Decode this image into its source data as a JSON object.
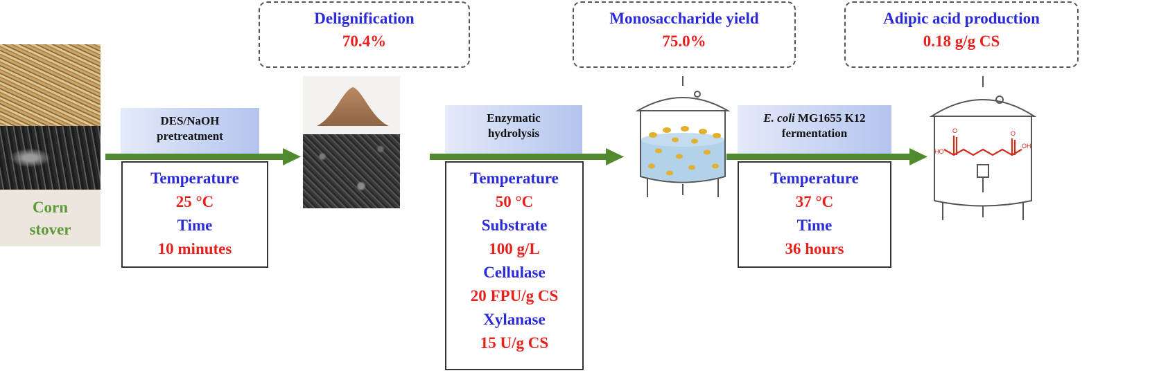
{
  "raw_material": {
    "label_line1": "Corn",
    "label_line2": "stover"
  },
  "steps": [
    {
      "label_line1": "DES/NaOH",
      "label_line2": "pretreatment",
      "params": [
        {
          "name": "Temperature",
          "value": "25 °C"
        },
        {
          "name": "Time",
          "value": "10 minutes"
        }
      ]
    },
    {
      "label_line1": "Enzymatic",
      "label_line2": "hydrolysis",
      "params": [
        {
          "name": "Temperature",
          "value": "50 °C"
        },
        {
          "name": "Substrate",
          "value": "100 g/L"
        },
        {
          "name": "Cellulase",
          "value": "20 FPU/g CS"
        },
        {
          "name": "Xylanase",
          "value": "15 U/g CS"
        }
      ]
    },
    {
      "label_line1_italic": "E. coli",
      "label_line1_rest": " MG1655 K12",
      "label_line2": "fermentation",
      "params": [
        {
          "name": "Temperature",
          "value": "37 °C"
        },
        {
          "name": "Time",
          "value": "36 hours"
        }
      ]
    }
  ],
  "results": [
    {
      "title": "Delignification",
      "value": "70.4%"
    },
    {
      "title": "Monosaccharide yield",
      "value": "75.0%"
    },
    {
      "title": "Adipic acid production",
      "value": "0.18 g/g CS"
    }
  ],
  "molecule": {
    "left_group": "HO",
    "right_group": "OH",
    "top_left": "O",
    "top_right": "O"
  },
  "colors": {
    "param_name": "#2a2ad6",
    "param_value": "#e8201c",
    "arrow": "#4f8a2f",
    "raw_label": "#5c9a3c"
  }
}
